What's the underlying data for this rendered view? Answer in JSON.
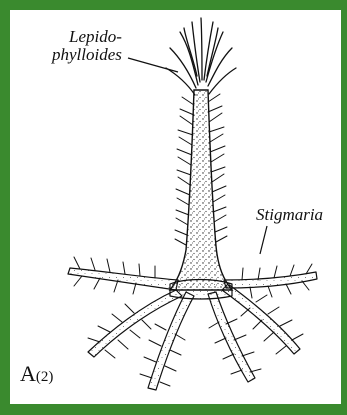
{
  "labels": {
    "lepidophylloides_line1": "Lepido-",
    "lepidophylloides_line2": "phylloides",
    "stigmaria": "Stigmaria",
    "figure_letter": "A",
    "figure_number": "(2)"
  },
  "colors": {
    "frame_green": "#3a8a2e",
    "ink": "#111111"
  }
}
